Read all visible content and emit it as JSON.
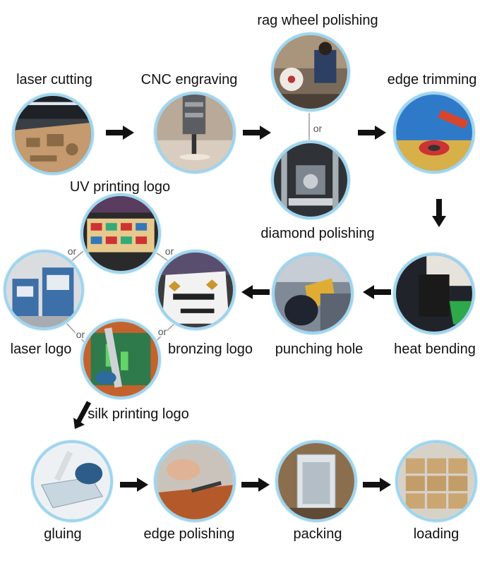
{
  "steps": {
    "laser_cutting": "laser cutting",
    "cnc_engraving": "CNC engraving",
    "rag_wheel_polishing": "rag wheel polishing",
    "diamond_polishing": "diamond polishing",
    "edge_trimming": "edge trimming",
    "heat_bending": "heat bending",
    "punching_hole": "punching hole",
    "uv_printing_logo": "UV printing logo",
    "bronzing_logo": "bronzing logo",
    "laser_logo": "laser logo",
    "silk_printing_logo": "silk printing logo",
    "gluing": "gluing",
    "edge_polishing": "edge polishing",
    "packing": "packing",
    "loading": "loading"
  },
  "connector": "or",
  "colors": {
    "ring": "#9fd4ee",
    "arrow": "#111111"
  },
  "icons": {
    "arrow": "right-arrow-icon"
  }
}
